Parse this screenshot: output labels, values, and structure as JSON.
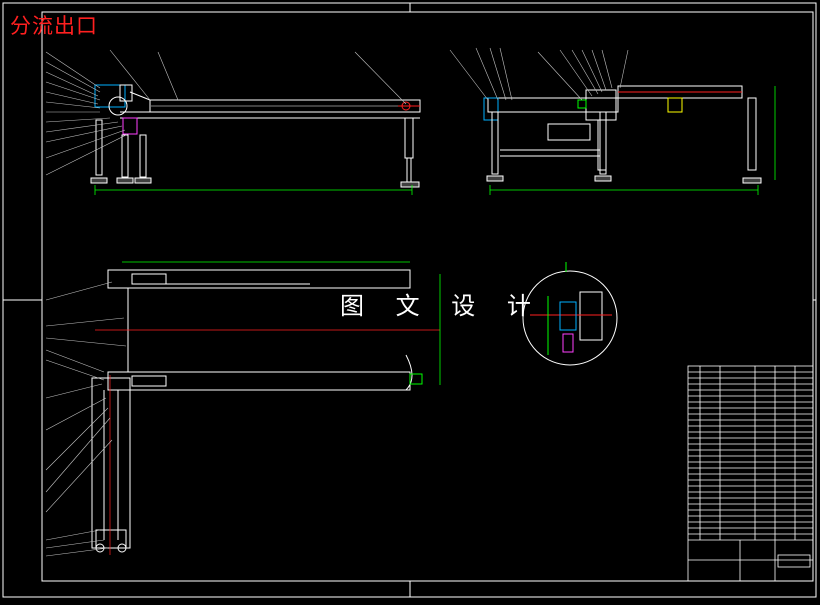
{
  "drawing": {
    "title": "分流出口",
    "watermark": "图 文 设 计"
  },
  "colors": {
    "background": "#000000",
    "line": "#ffffff",
    "dimension": "#00ff00",
    "centerline": "#ff2020",
    "leader": "#c0c0c0",
    "highlight_cyan": "#00b0ff",
    "highlight_magenta": "#ff40ff",
    "highlight_yellow": "#ffff00"
  },
  "views": [
    {
      "name": "front-elevation"
    },
    {
      "name": "side-elevation"
    },
    {
      "name": "plan-view"
    },
    {
      "name": "detail-circle"
    }
  ]
}
